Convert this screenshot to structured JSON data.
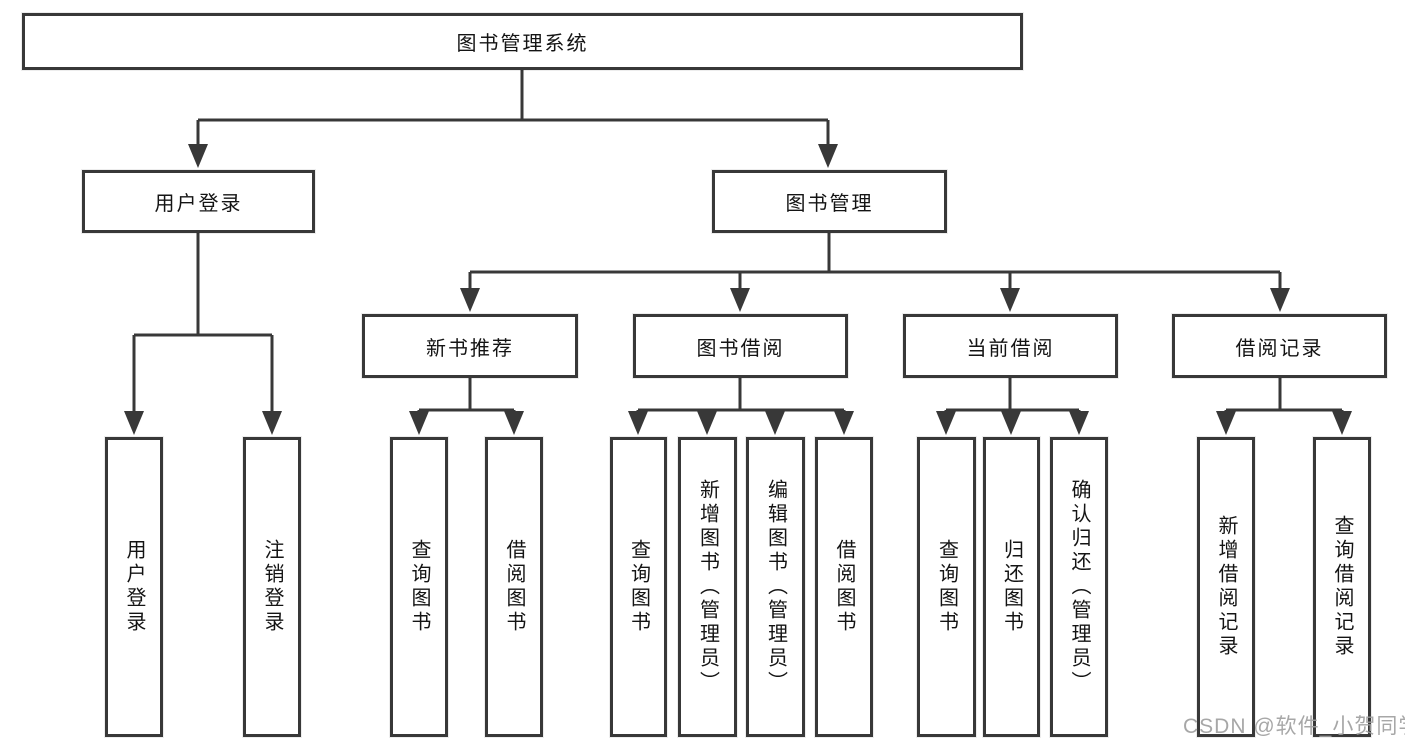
{
  "diagram": {
    "root": {
      "label": "图书管理系统"
    },
    "level2": [
      {
        "id": "user-login",
        "label": "用户登录"
      },
      {
        "id": "book-management",
        "label": "图书管理"
      }
    ],
    "level3": [
      {
        "id": "new-book-recommend",
        "label": "新书推荐",
        "parent": "图书管理"
      },
      {
        "id": "book-borrow",
        "label": "图书借阅",
        "parent": "图书管理"
      },
      {
        "id": "current-borrow",
        "label": "当前借阅",
        "parent": "图书管理"
      },
      {
        "id": "borrow-records",
        "label": "借阅记录",
        "parent": "图书管理"
      }
    ],
    "leaves": [
      {
        "parent": "用户登录",
        "label": "用户登录"
      },
      {
        "parent": "用户登录",
        "label": "注销登录"
      },
      {
        "parent": "新书推荐",
        "label": "查询图书"
      },
      {
        "parent": "新书推荐",
        "label": "借阅图书"
      },
      {
        "parent": "图书借阅",
        "label": "查询图书"
      },
      {
        "parent": "图书借阅",
        "label": "新增图书（管理员）"
      },
      {
        "parent": "图书借阅",
        "label": "编辑图书（管理员）"
      },
      {
        "parent": "图书借阅",
        "label": "借阅图书"
      },
      {
        "parent": "当前借阅",
        "label": "查询图书"
      },
      {
        "parent": "当前借阅",
        "label": "归还图书"
      },
      {
        "parent": "当前借阅",
        "label": "确认归还（管理员）"
      },
      {
        "parent": "借阅记录",
        "label": "新增借阅记录"
      },
      {
        "parent": "借阅记录",
        "label": "查询借阅记录"
      }
    ]
  },
  "watermark": {
    "text": "CSDN @软件_小贺同学"
  },
  "colors": {
    "line": "#383838",
    "text": "#141414",
    "watermark": "#9e9e9e",
    "background": "#ffffff"
  }
}
